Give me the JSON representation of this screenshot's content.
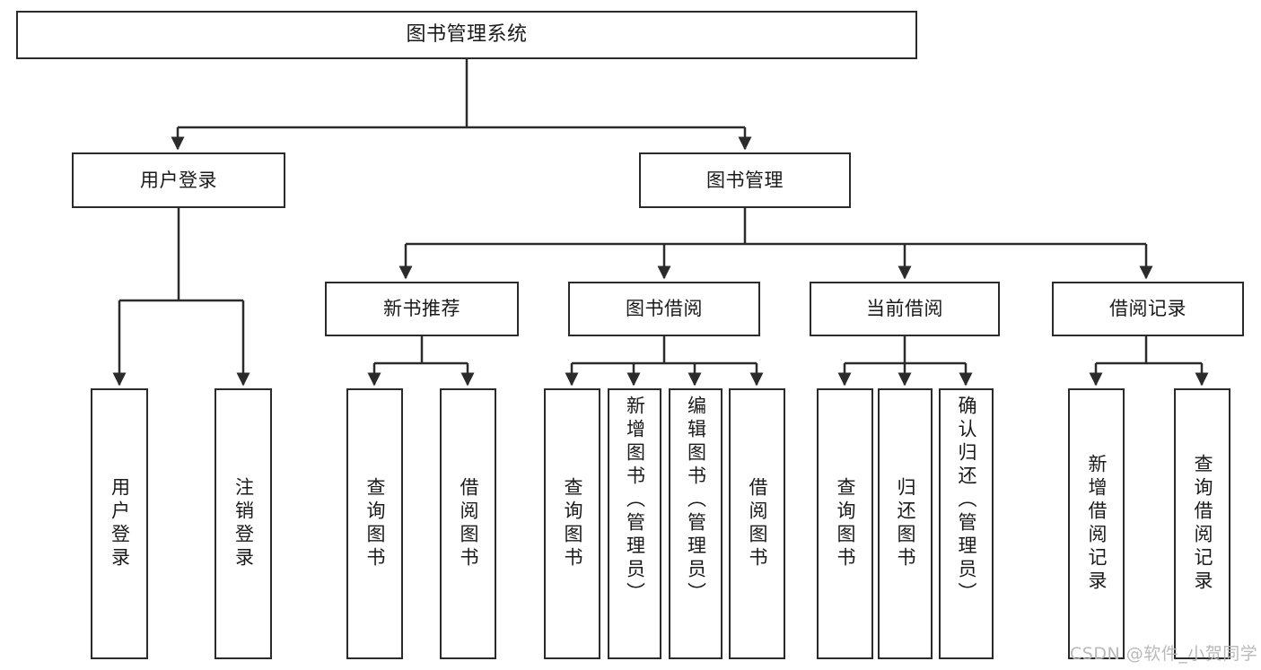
{
  "diagram": {
    "title": "图书管理系统",
    "type": "tree-hierarchy-chart",
    "line_color": "#2b2b2b",
    "box_fill": "#ffffff",
    "text_color": "#1a1a1a"
  },
  "nodes": {
    "root": {
      "label": "图书管理系统"
    },
    "level2": {
      "user_login": {
        "label": "用户登录"
      },
      "book_manage": {
        "label": "图书管理"
      }
    },
    "level3": {
      "new_book_recommend": {
        "label": "新书推荐"
      },
      "book_borrow": {
        "label": "图书借阅"
      },
      "current_borrow": {
        "label": "当前借阅"
      },
      "borrow_record": {
        "label": "借阅记录"
      }
    },
    "leaves": {
      "user_login_children": [
        {
          "label": "用户登录"
        },
        {
          "label": "注销登录"
        }
      ],
      "new_book_recommend_children": [
        {
          "label": "查询图书"
        },
        {
          "label": "借阅图书"
        }
      ],
      "book_borrow_children": [
        {
          "label": "查询图书"
        },
        {
          "label": "新增图书（管理员）"
        },
        {
          "label": "编辑图书（管理员）"
        },
        {
          "label": "借阅图书"
        }
      ],
      "current_borrow_children": [
        {
          "label": "查询图书"
        },
        {
          "label": "归还图书"
        },
        {
          "label": "确认归还（管理员）"
        }
      ],
      "borrow_record_children": [
        {
          "label": "新增借阅记录"
        },
        {
          "label": "查询借阅记录"
        }
      ]
    }
  },
  "watermark": {
    "text": "CSDN @软件_小贺同学"
  }
}
